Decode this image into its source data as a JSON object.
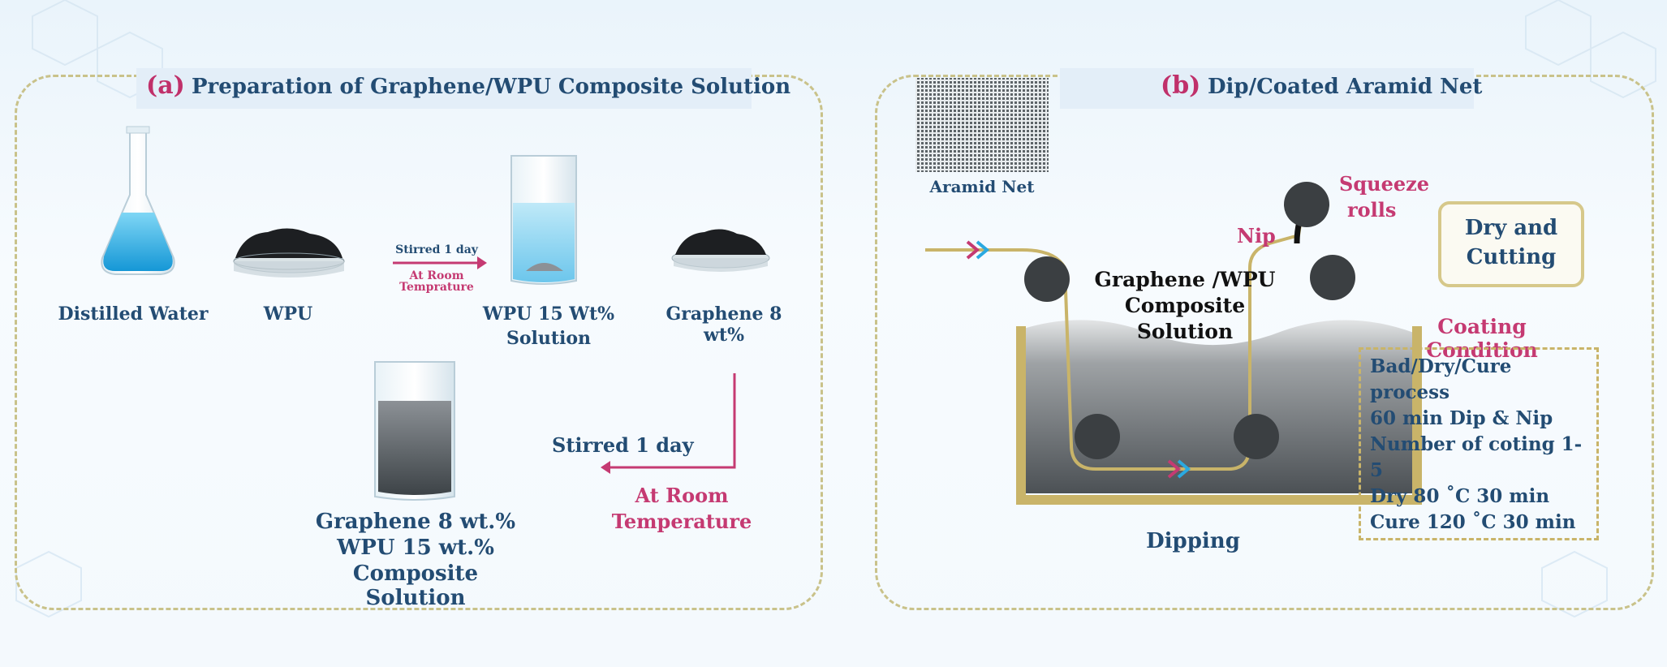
{
  "panel_a": {
    "letter": "(a)",
    "title": "Preparation of Graphene/WPU Composite Solution",
    "items": {
      "water": "Distilled Water",
      "wpu": "WPU",
      "wpu_solution_line1": "WPU 15 Wt%",
      "wpu_solution_line2": "Solution",
      "graphene": "Graphene 8 wt%",
      "composite_line1": "Graphene 8 wt.%",
      "composite_line2": "WPU 15 wt.%",
      "composite_line3": "Composite Solution"
    },
    "arrow1": {
      "line1": "Stirred 1 day",
      "line2": "At Room",
      "line3": "Temprature"
    },
    "arrow2": {
      "line1": "Stirred 1 day",
      "line2": "At Room",
      "line3": "Temperature"
    }
  },
  "panel_b": {
    "letter": "(b)",
    "title": "Dip/Coated Aramid Net",
    "aramid_label": "Aramid Net",
    "squeeze_line1": "Squeeze",
    "squeeze_line2": "rolls",
    "nip": "Nip",
    "bath_line1": "Graphene /WPU",
    "bath_line2": "Composite",
    "bath_line3": "Solution",
    "dipping": "Dipping",
    "dry_line1": "Dry and",
    "dry_line2": "Cutting",
    "condition_title": "Coating Condition",
    "conditions": [
      "Bad/Dry/Cure",
      "process",
      "60 min Dip & Nip",
      "Number of coting 1-5",
      "Dry 80 ˚C  30 min",
      "Cure 120 ˚C 30 min"
    ]
  },
  "colors": {
    "accent_pink": "#c53a72",
    "text_blue": "#234c73",
    "dashed_border": "#c9c28a",
    "liquid_blue": "#2aa9e0"
  }
}
